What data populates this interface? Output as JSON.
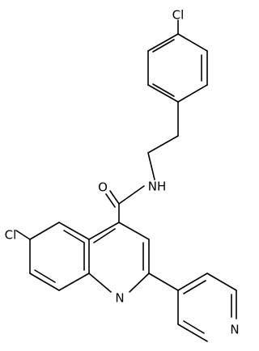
{
  "molecule": {
    "atom_labels": {
      "cl_top": "Cl",
      "cl_left": "Cl",
      "amide_o": "O",
      "amide_nh": "NH",
      "quinoline_n": "N",
      "pyridine_n": "N"
    }
  }
}
